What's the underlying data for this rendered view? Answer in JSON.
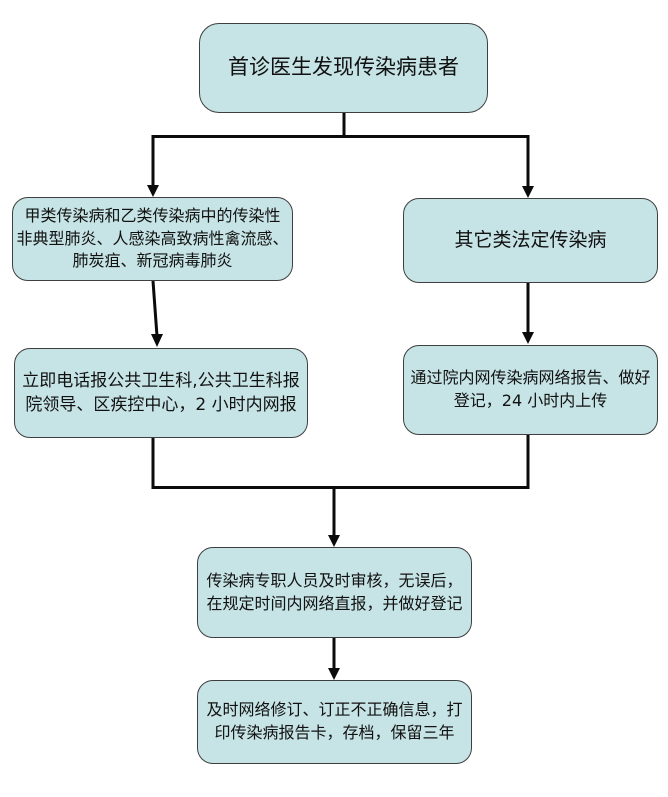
{
  "flowchart": {
    "nodes": {
      "start": {
        "lines": [
          "首诊医生发现传染病患者"
        ]
      },
      "class_a": {
        "lines": [
          "甲类传染病和乙类传染病中的传染性",
          "非典型肺炎、人感染高致病性禽流感、",
          "肺炭疽、新冠病毒肺炎"
        ]
      },
      "other_legal": {
        "lines": [
          "其它类法定传染病"
        ]
      },
      "phone_report": {
        "lines": [
          "立即电话报公共卫生科,公共卫生科报",
          "院领导、区疾控中心，2 小时内网报"
        ]
      },
      "intranet_report": {
        "lines": [
          "通过院内网传染病网络报告、做好",
          "登记，24 小时内上传"
        ]
      },
      "review_report": {
        "lines": [
          "传染病专职人员及时审核，无误后，",
          "在规定时间内网络直报，并做好登记"
        ]
      },
      "revise_archive": {
        "lines": [
          "及时网络修订、订正不正确信息，打",
          "印传染病报告卡，存档，保留三年"
        ]
      }
    },
    "colors": {
      "node_fill": "#c6e3e5",
      "node_border": "#3f3f3f",
      "connector": "#0b0b0b",
      "text": "#111111",
      "background": "#ffffff"
    }
  }
}
